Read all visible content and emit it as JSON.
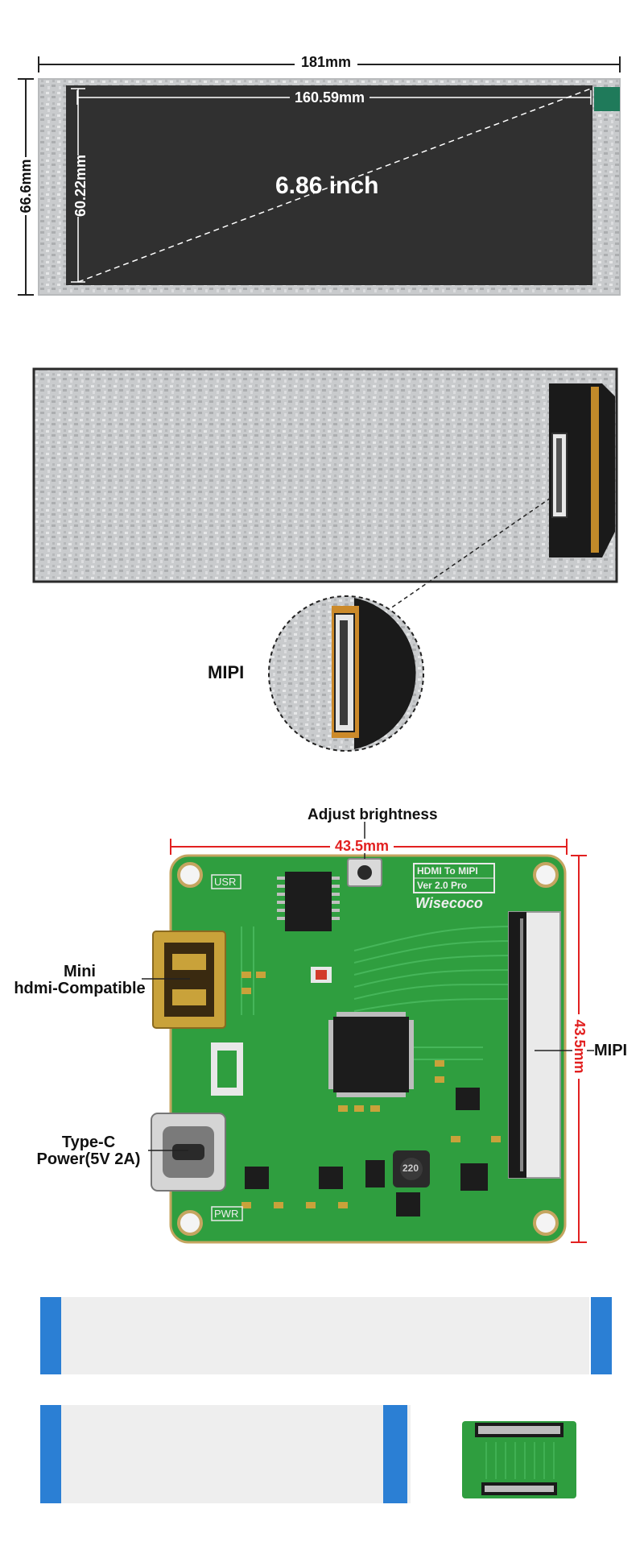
{
  "display_front": {
    "width_label": "181mm",
    "height_label": "66.6mm",
    "active_width_label": "160.59mm",
    "active_height_label": "60.22mm",
    "diagonal_label": "6.86 inch"
  },
  "display_back": {
    "connector_label": "MIPI"
  },
  "board": {
    "top_button_label": "Adjust brightness",
    "width_label": "43.5mm",
    "height_label": "43.5mm",
    "left_port_1_line1": "Mini",
    "left_port_1_line2": "hdmi-Compatible",
    "left_port_2_line1": "Type-C",
    "left_port_2_line2": "Power(5V 2A)",
    "right_connector_label": "MIPI",
    "silk_usr": "USR",
    "silk_pwr": "PWR",
    "silk_title": "HDMI To MIPI",
    "silk_version": "Ver 2.0 Pro",
    "silk_brand": "Wisecoco",
    "inductor_marking": "220"
  },
  "colors": {
    "pcb_green": "#2f9e3f",
    "cable_blue": "#2b7fd4",
    "dimension_red": "#e22020"
  }
}
